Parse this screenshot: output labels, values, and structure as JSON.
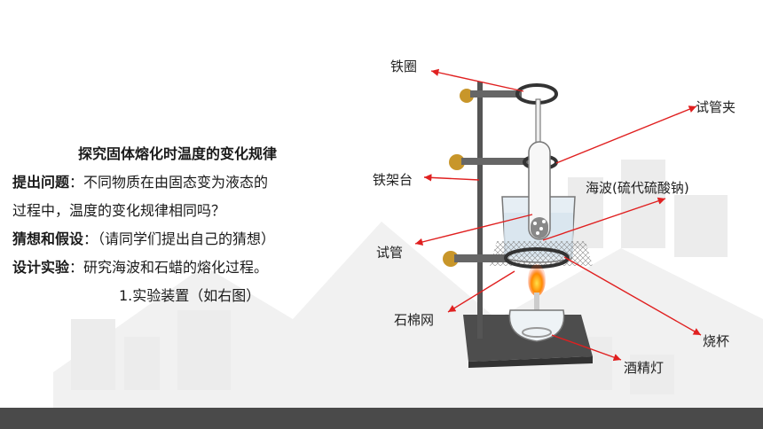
{
  "content": {
    "title": "探究固体熔化时温度的变化规律",
    "question_label": "提出问题",
    "question_text": "：不同物质在由固态变为液态的",
    "question_text_2": "过程中，温度的变化规律相同吗？",
    "hypothesis_label": "猜想和假设",
    "hypothesis_text": "：（请同学们提出自己的猜想）",
    "design_label": "设计实验",
    "design_text": "：研究海波和石蜡的熔化过程。",
    "apparatus_line": "1.实验装置（如右图）"
  },
  "labels": {
    "iron_ring": "铁圈",
    "test_tube_clamp": "试管夹",
    "iron_stand": "铁架台",
    "hypo": "海波(硫代硫酸钠)",
    "test_tube": "试管",
    "asbestos_net": "石棉网",
    "beaker": "烧杯",
    "alcohol_lamp": "酒精灯"
  },
  "colors": {
    "arrow": "#e02020",
    "footer": "#4a4a4a",
    "stand_base": "#4d4d4d",
    "rod": "#555555",
    "clamp_knob": "#c8962a"
  }
}
